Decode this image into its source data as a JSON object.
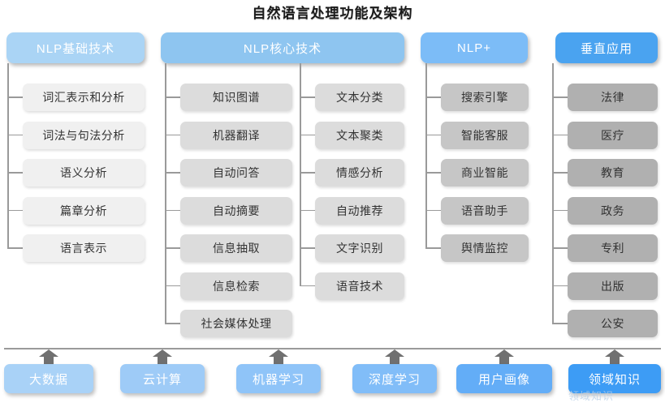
{
  "title": "自然语言处理功能及架构",
  "colors": {
    "header_basic": "#aad4f5",
    "header_core": "#8ec5f0",
    "header_plus": "#7cbcf7",
    "header_vertical": "#4aa3f0",
    "leaf_col1": "#f0f0f0",
    "leaf_col2": "#dcdcdc",
    "leaf_col3": "#dcdcdc",
    "leaf_col4": "#c6c6c6",
    "leaf_col5": "#b0b0b0",
    "line": "#9a9a9a",
    "arrow": "#707070",
    "base_1": "#a9d2f7",
    "base_2": "#9ecbf7",
    "base_3": "#8fc4f8",
    "base_4": "#81bdf8",
    "base_5": "#63adf7",
    "base_6": "#3d9cf5",
    "title_color": "#1a1a1a"
  },
  "groups": [
    {
      "id": "nlp-basic",
      "label": "NLP基础技术",
      "items": [
        "词汇表示和分析",
        "词法与句法分析",
        "语义分析",
        "篇章分析",
        "语言表示"
      ]
    },
    {
      "id": "nlp-core",
      "label": "NLP核心技术",
      "items_left": [
        "知识图谱",
        "机器翻译",
        "自动问答",
        "自动摘要",
        "信息抽取",
        "信息检索",
        "社会媒体处理"
      ],
      "items_right": [
        "文本分类",
        "文本聚类",
        "情感分析",
        "自动推荐",
        "文字识别",
        "语音技术"
      ]
    },
    {
      "id": "nlp-plus",
      "label": "NLP+",
      "items": [
        "搜索引擎",
        "智能客服",
        "商业智能",
        "语音助手",
        "舆情监控"
      ]
    },
    {
      "id": "vertical-app",
      "label": "垂直应用",
      "items": [
        "法律",
        "医疗",
        "教育",
        "政务",
        "专利",
        "出版",
        "公安"
      ]
    }
  ],
  "foundation": {
    "items": [
      "大数据",
      "云计算",
      "机器学习",
      "深度学习",
      "用户画像",
      "领域知识"
    ]
  },
  "watermark": "领域知识"
}
